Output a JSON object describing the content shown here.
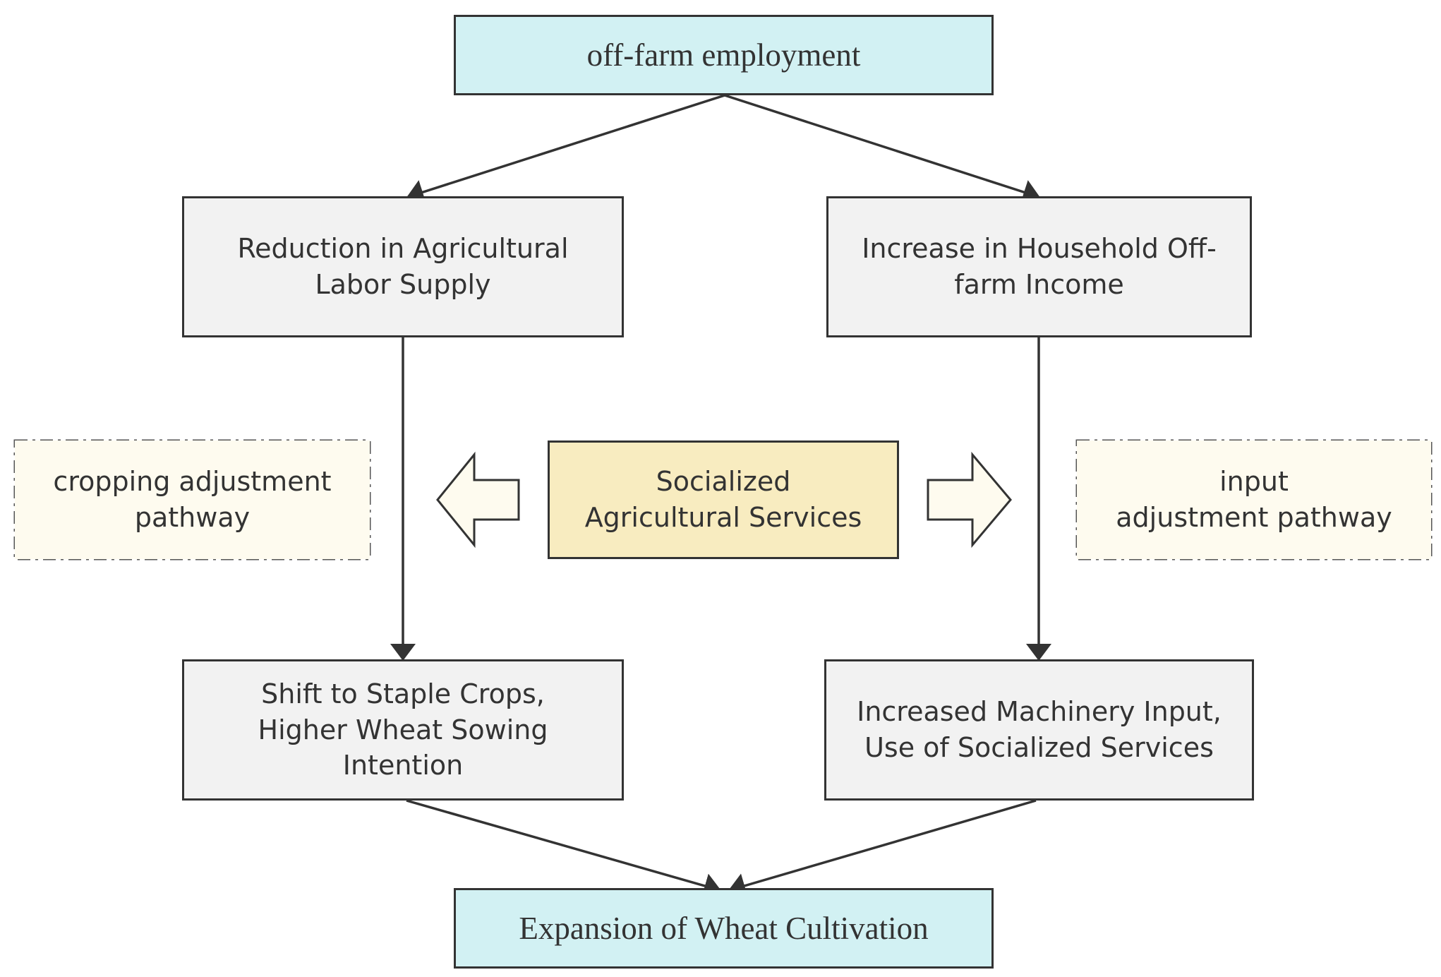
{
  "diagram": {
    "top": {
      "label": "off-farm employment"
    },
    "left_mid": {
      "label": "Reduction in Agricultural\nLabor Supply"
    },
    "right_mid": {
      "label": "Increase in Household Off-\nfarm Income"
    },
    "center": {
      "label": "Socialized\nAgricultural Services"
    },
    "left_path": {
      "label": "cropping adjustment\npathway"
    },
    "right_path": {
      "label": "input\nadjustment pathway"
    },
    "left_low": {
      "label": "Shift to Staple Crops,\nHigher Wheat Sowing\nIntention"
    },
    "right_low": {
      "label": "Increased Machinery Input,\nUse of Socialized Services"
    },
    "bottom": {
      "label": "Expansion of Wheat Cultivation"
    }
  },
  "colors": {
    "teal_box": "#d2f1f3",
    "grey_box": "#f2f2f2",
    "gold_box": "#f8ecc0",
    "pathway_box": "#fefbef",
    "line": "#333333"
  }
}
